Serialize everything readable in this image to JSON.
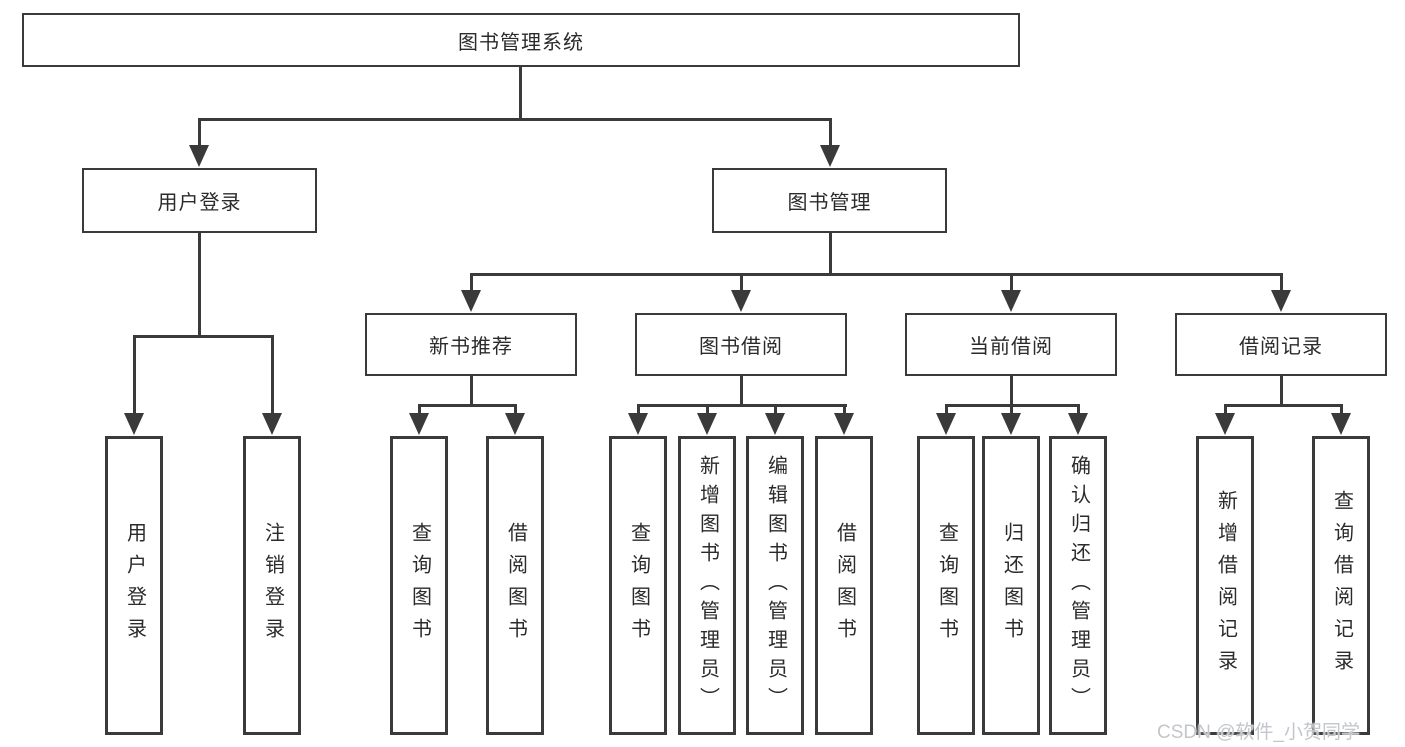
{
  "tree": {
    "label": "图书管理系统",
    "children": [
      {
        "label": "用户登录",
        "children": [
          {
            "label": "用户登录"
          },
          {
            "label": "注销登录"
          }
        ]
      },
      {
        "label": "图书管理",
        "children": [
          {
            "label": "新书推荐",
            "children": [
              {
                "label": "查询图书"
              },
              {
                "label": "借阅图书"
              }
            ]
          },
          {
            "label": "图书借阅",
            "children": [
              {
                "label": "查询图书"
              },
              {
                "label": "新增图书（管理员）"
              },
              {
                "label": "编辑图书（管理员）"
              },
              {
                "label": "借阅图书"
              }
            ]
          },
          {
            "label": "当前借阅",
            "children": [
              {
                "label": "查询图书"
              },
              {
                "label": "归还图书"
              },
              {
                "label": "确认归还（管理员）"
              }
            ]
          },
          {
            "label": "借阅记录",
            "children": [
              {
                "label": "新增借阅记录"
              },
              {
                "label": "查询借阅记录"
              }
            ]
          }
        ]
      }
    ]
  },
  "watermark": {
    "text": "CSDN @软件_小贺同学"
  },
  "colors": {
    "line": "#3a3a3a",
    "box_border": "#3a3a3a",
    "text": "#2b2b2b",
    "watermark": "#c3c6ca",
    "background": "#ffffff"
  }
}
